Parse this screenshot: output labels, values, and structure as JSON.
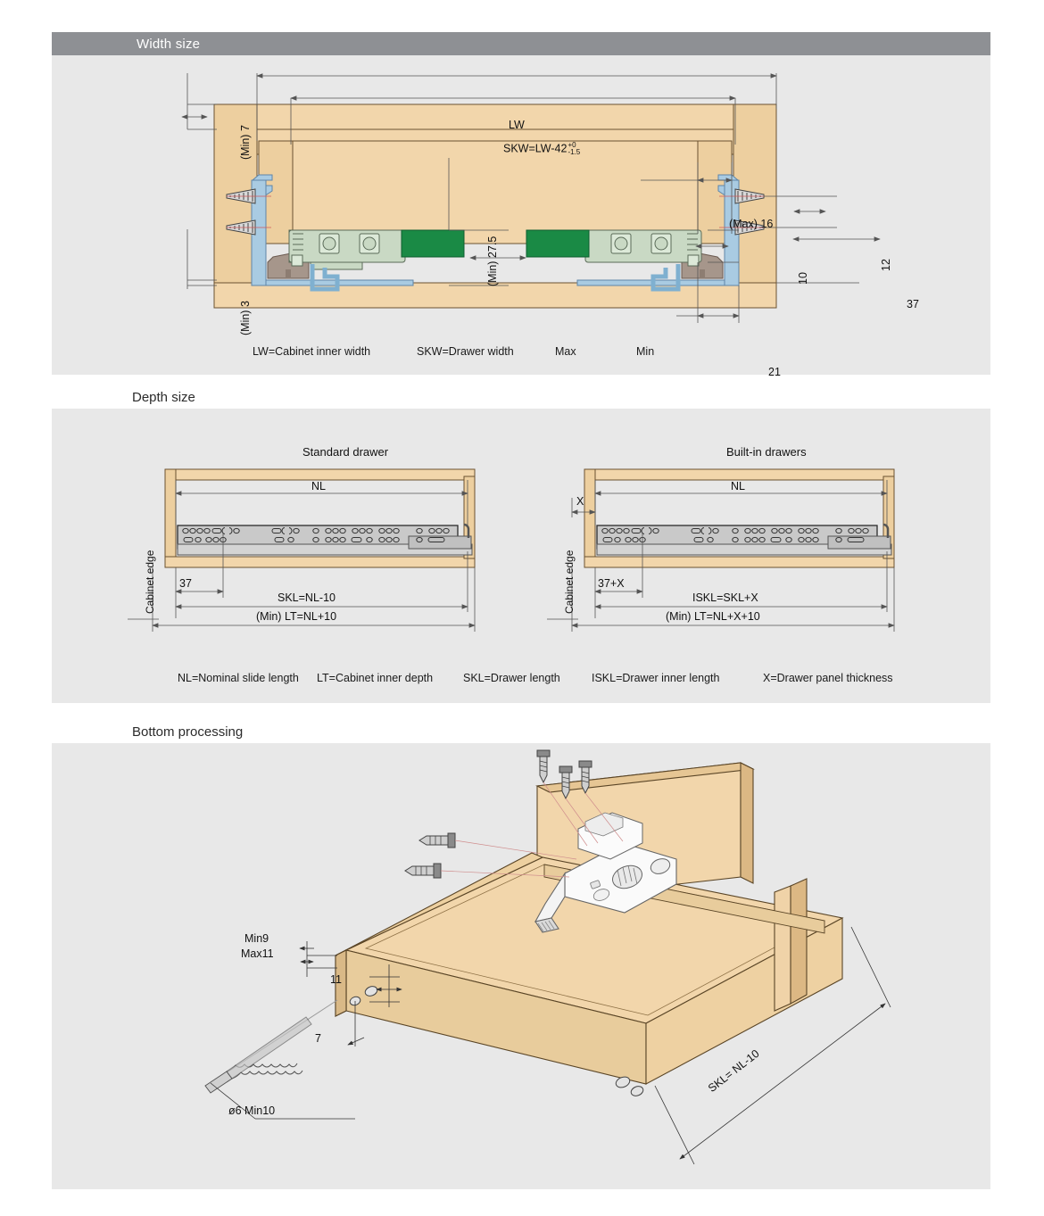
{
  "sections": [
    {
      "id": "width",
      "title": "Width size",
      "style": "bar"
    },
    {
      "id": "depth",
      "title": "Depth size",
      "style": "plain"
    },
    {
      "id": "bottom",
      "title": "Bottom processing",
      "style": "plain"
    }
  ],
  "width_section": {
    "title": "Width size",
    "dimensions": {
      "lw": "LW",
      "skw_main": "SKW=LW-42",
      "skw_tol_upper": "+0",
      "skw_tol_lower": "-1.5",
      "min7": "(Min) 7",
      "min3": "(Min) 3",
      "min275": "(Min) 27.5",
      "max16": "(Max) 16",
      "d10": "10",
      "d12": "12",
      "d37": "37",
      "d21": "21"
    },
    "legend": [
      "LW=Cabinet inner width",
      "SKW=Drawer width",
      "Max",
      "Min"
    ]
  },
  "depth_section": {
    "title": "Depth size",
    "drawings": [
      {
        "caption": "Standard drawer",
        "labels": {
          "nl": "NL",
          "cabinet_edge": "Cabinet edge",
          "d37": "37",
          "skl": "SKL=NL-10",
          "lt": "(Min) LT=NL+10"
        }
      },
      {
        "caption": "Built-in drawers",
        "labels": {
          "nl": "NL",
          "x": "X",
          "cabinet_edge": "Cabinet edge",
          "d37x": "37+X",
          "iskl": "ISKL=SKL+X",
          "lt": "(Min) LT=NL+X+10"
        }
      }
    ],
    "legend": [
      "NL=Nominal slide length",
      "LT=Cabinet inner depth",
      "SKL=Drawer length",
      "ISKL=Drawer inner length",
      "X=Drawer panel thickness"
    ]
  },
  "bottom_section": {
    "title": "Bottom processing",
    "labels": {
      "min9": "Min9",
      "max11": "Max11",
      "d11": "11",
      "d7": "7",
      "hole": "ø6 Min10",
      "skl": "SKL= NL-10"
    }
  },
  "colors": {
    "header_bar": "#8e9094",
    "panel_bg": "#e8e8e8",
    "wood": "#f2d6ab",
    "wood_dark": "#e4c188",
    "wood_line": "#7a5c33",
    "slide_green": "#1a8a45",
    "slide_sage": "#c9d9c4",
    "slide_blue": "#a9cbe2",
    "metal_gray": "#c8c8c8",
    "brown_block": "#a6968b",
    "dim_line": "#555555",
    "text": "#1a1a1a"
  }
}
